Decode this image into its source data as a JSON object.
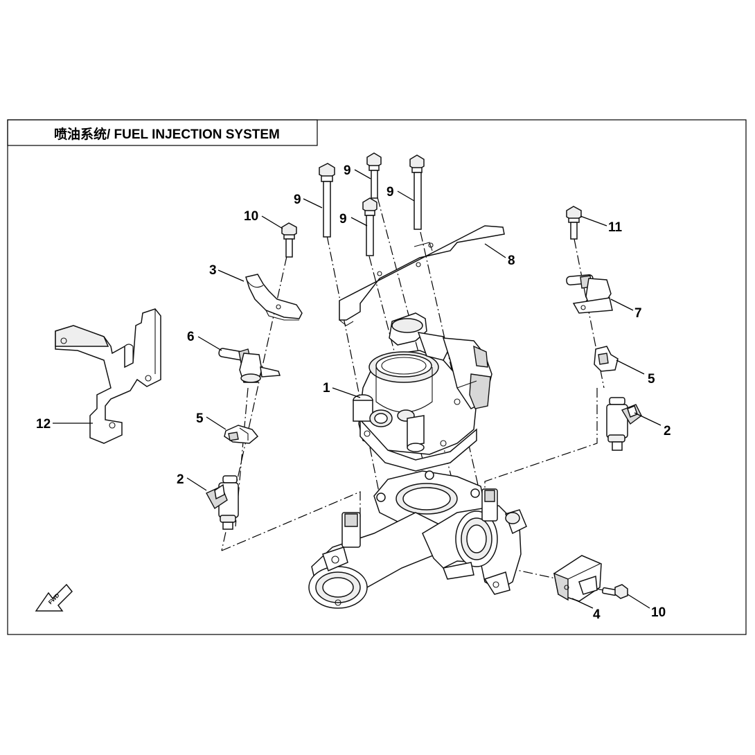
{
  "title": "喷油系统/ FUEL INJECTION SYSTEM",
  "fwd_label": "FWD",
  "callouts": {
    "c1": "1",
    "c2a": "2",
    "c2b": "2",
    "c3": "3",
    "c4": "4",
    "c5a": "5",
    "c5b": "5",
    "c6": "6",
    "c7": "7",
    "c8": "8",
    "c9a": "9",
    "c9b": "9",
    "c9c": "9",
    "c9d": "9",
    "c10a": "10",
    "c10b": "10",
    "c11": "11",
    "c12": "12"
  }
}
